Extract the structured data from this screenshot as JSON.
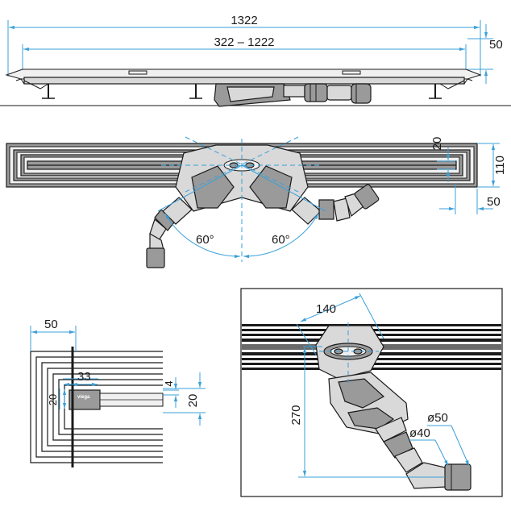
{
  "dimensions": {
    "top_total_length": "1322",
    "top_adjust_range": "322 – 1222",
    "top_height": "50",
    "mid_depth_20": "20",
    "mid_width_110": "110",
    "mid_edge_50": "50",
    "angle_left": "60°",
    "angle_right": "60°",
    "corner_50": "50",
    "corner_33": "33",
    "corner_20_left": "20",
    "corner_4": "4",
    "corner_20_right": "20",
    "detail_140": "140",
    "detail_270": "270",
    "detail_d50": "ø50",
    "detail_d40": "ø40"
  },
  "brand_logo": "viega"
}
